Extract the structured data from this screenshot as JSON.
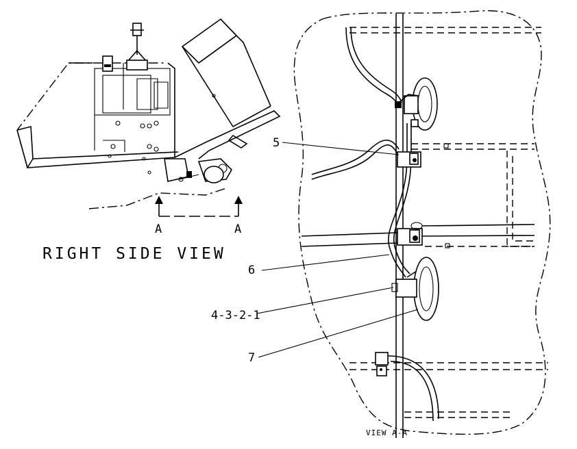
{
  "views": {
    "right_side_view_label": "RIGHT SIDE VIEW",
    "section_marker_left": "A",
    "section_marker_right": "A",
    "section_view_label": "VIEW A-A"
  },
  "callouts": [
    {
      "id": "5",
      "label": "5"
    },
    {
      "id": "6",
      "label": "6"
    },
    {
      "id": "4-3-2-1",
      "label": "4-3-2-1"
    },
    {
      "id": "7",
      "label": "7"
    }
  ],
  "icons": [
    "section-arrow-icon"
  ]
}
